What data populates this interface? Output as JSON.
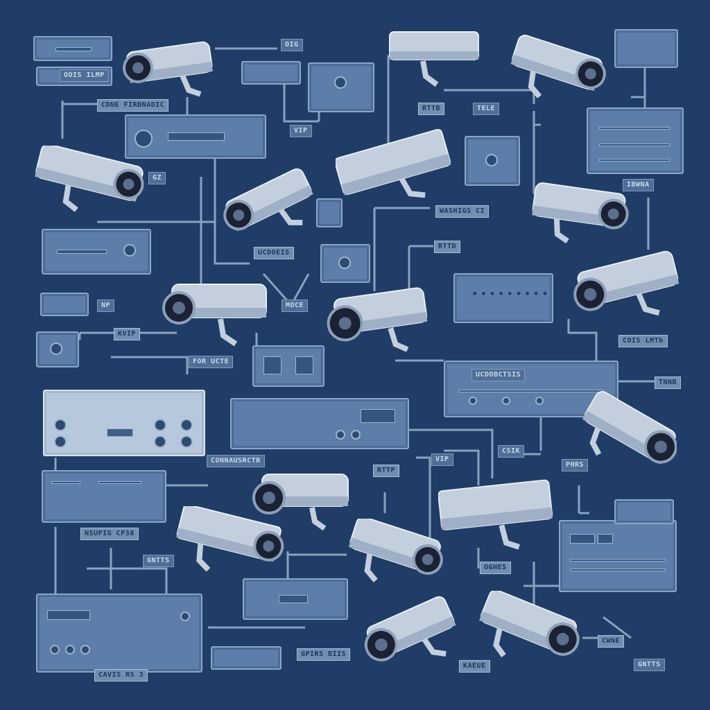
{
  "labels": {
    "l1": "CDNE FIRBNADIC",
    "l2": "OOIS ILMP",
    "l3": "RTTB",
    "l4": "KVIP",
    "l5": "RTTD",
    "l6": "UCDOEIS",
    "l7": "WASHIGS CI",
    "l8": "IBWNA",
    "l9": "COIS LMTb",
    "l10": "CONNAUSRCTR",
    "l11": "RTTP",
    "l12": "NSUPIG CP38",
    "l13": "OGHES",
    "l14": "CWNE",
    "l15": "PHRS",
    "l16": "UCDOBCTSIS",
    "l17": "TNNB",
    "l18": "KAEUE",
    "l19": "CAVIS RS 3",
    "l20": "GPIRS BIIS",
    "l21": "GNTTS",
    "l22": "CSIK",
    "l23": "TELE",
    "l24": "VIP",
    "l25": "OIG",
    "l26": "FOR UCTE",
    "l27": "MOCE",
    "l28": "NP",
    "l29": "GZ"
  },
  "colors": {
    "background": "#1f3d66",
    "device": "#5d7ea8",
    "camera_body": "#c3cfdd",
    "wire": "#9db4d0"
  },
  "icons": [
    "security-camera-icon",
    "rack-device-icon",
    "monitor-icon",
    "router-icon"
  ]
}
